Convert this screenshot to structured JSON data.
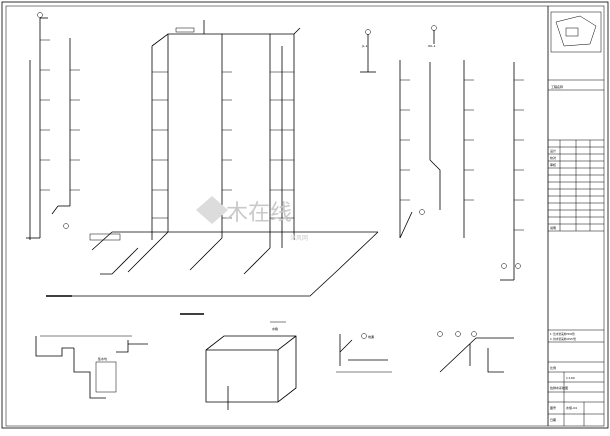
{
  "watermark": {
    "text": "沐风网",
    "logo_text": "木在线"
  },
  "title_block": {
    "project_label": "工程名称",
    "drawing_name": "给排水系统图",
    "scale_label": "比例",
    "scale_value": "1:100",
    "sheet_label": "图号",
    "sheet_value": "水施-04",
    "date_label": "日期",
    "design_label": "设计",
    "check_label": "校对",
    "approve_label": "审核",
    "note_label": "说明"
  },
  "legend_notes": [
    "1. 给水管采用PP-R管",
    "2. 排水管采用UPVC管"
  ],
  "detail_labels": {
    "pump_pit": "集水坑",
    "water_tank": "水箱",
    "floor_drain": "地漏",
    "riser_jl": "JL-1",
    "riser_wl": "WL-1"
  }
}
